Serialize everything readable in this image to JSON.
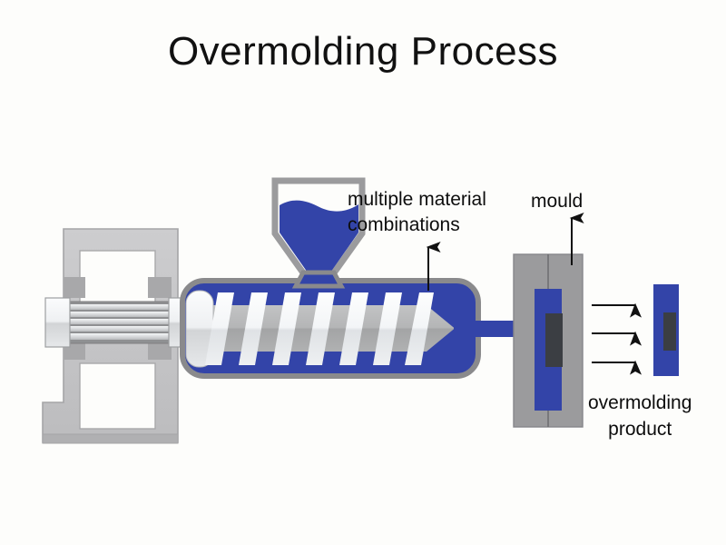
{
  "page": {
    "title": "Overmolding Process",
    "background_color": "#fdfdfb"
  },
  "labels": {
    "material_line1": "multiple material",
    "material_line2": "combinations",
    "mould": "mould",
    "product_line1": "overmolding",
    "product_line2": "product"
  },
  "colors": {
    "plastic_blue": "#3344a8",
    "machine_gray": "#9b9b9b",
    "frame_gray": "#c3c3c5",
    "screw_gray": "#adadad",
    "flight_white": "#f2f4f6",
    "insert_dark": "#3b3e43",
    "outline": "#8a8a8c",
    "text": "#0d0d0d",
    "arrow": "#111111"
  },
  "diagram": {
    "parts": [
      {
        "name": "clamping-frame",
        "description": "C-shaped clamping unit frame"
      },
      {
        "name": "clamping-cylinder",
        "description": "ribbed hydraulic cylinder"
      },
      {
        "name": "hopper",
        "description": "funnel filled with blue material"
      },
      {
        "name": "barrel",
        "description": "blue injection barrel"
      },
      {
        "name": "screw",
        "description": "gray reciprocating screw with flights"
      },
      {
        "name": "nozzle",
        "description": "blue nozzle connecting barrel to mould"
      },
      {
        "name": "mould",
        "description": "gray mould block with parting line"
      },
      {
        "name": "molded-part",
        "description": "blue part with dark insert inside mould"
      },
      {
        "name": "product",
        "description": "ejected overmolded product"
      }
    ],
    "arrow_count_ejection": 3
  }
}
